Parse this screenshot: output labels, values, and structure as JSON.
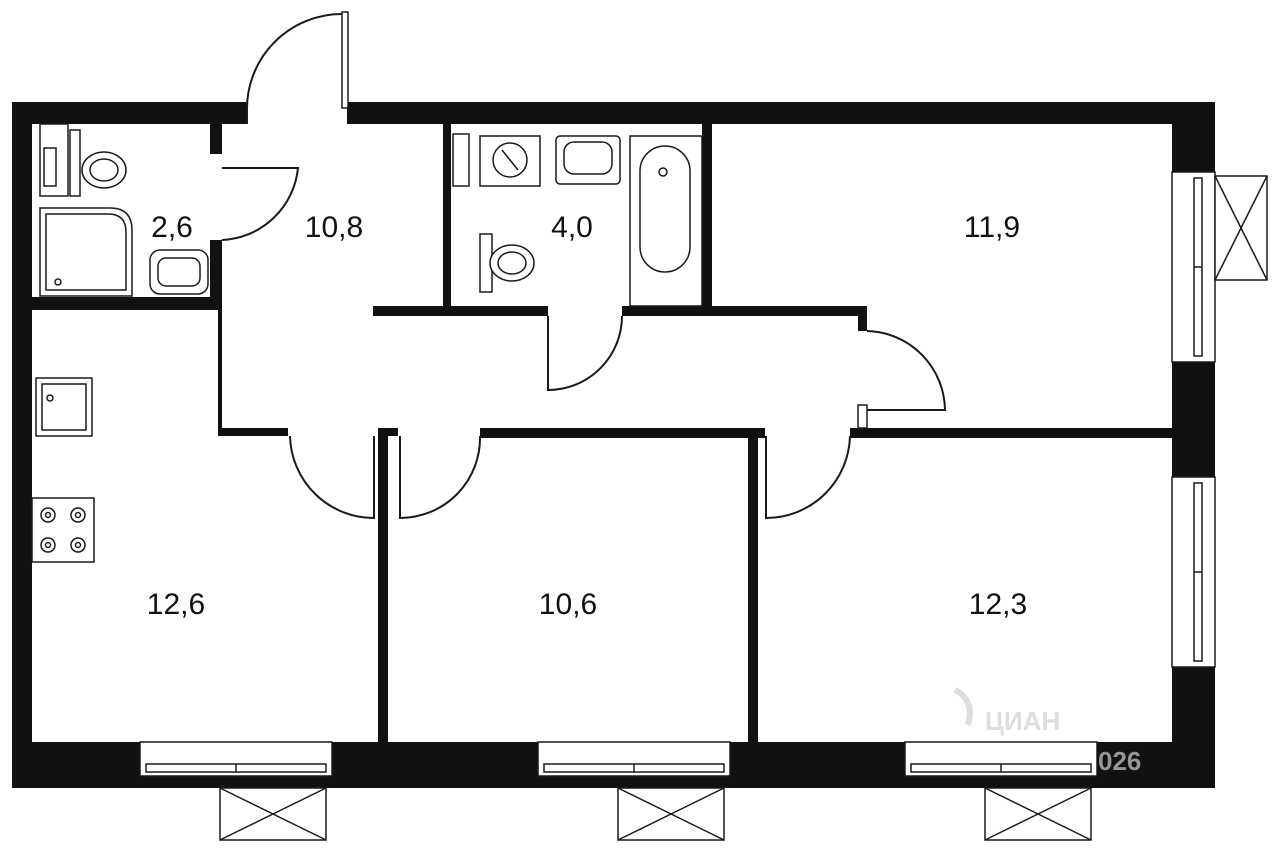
{
  "rooms": [
    {
      "id": "wc",
      "area": "2,6"
    },
    {
      "id": "hall",
      "area": "10,8"
    },
    {
      "id": "bathroom",
      "area": "4,0"
    },
    {
      "id": "room-top-right",
      "area": "11,9"
    },
    {
      "id": "kitchen",
      "area": "12,6"
    },
    {
      "id": "room-middle",
      "area": "10,6"
    },
    {
      "id": "room-bottom-right",
      "area": "12,3"
    }
  ],
  "watermark": {
    "brand": "ЦИАН",
    "suffix": "026"
  }
}
